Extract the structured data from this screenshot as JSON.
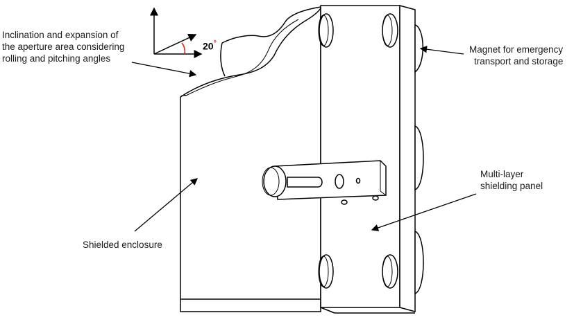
{
  "labels": {
    "aperture": [
      "Inclination and expansion of",
      "the aperture area considering",
      "rolling and pitching angles"
    ],
    "magnet": [
      "Magnet for emergency",
      "transport and storage"
    ],
    "panel": [
      "Multi-layer",
      "shielding panel"
    ],
    "enclosure": [
      "Shielded enclosure"
    ]
  },
  "angle": {
    "value": "20",
    "unit": "°"
  },
  "colors": {
    "stroke": "#000000",
    "background": "#ffffff",
    "degree_mark": "#e02020"
  }
}
